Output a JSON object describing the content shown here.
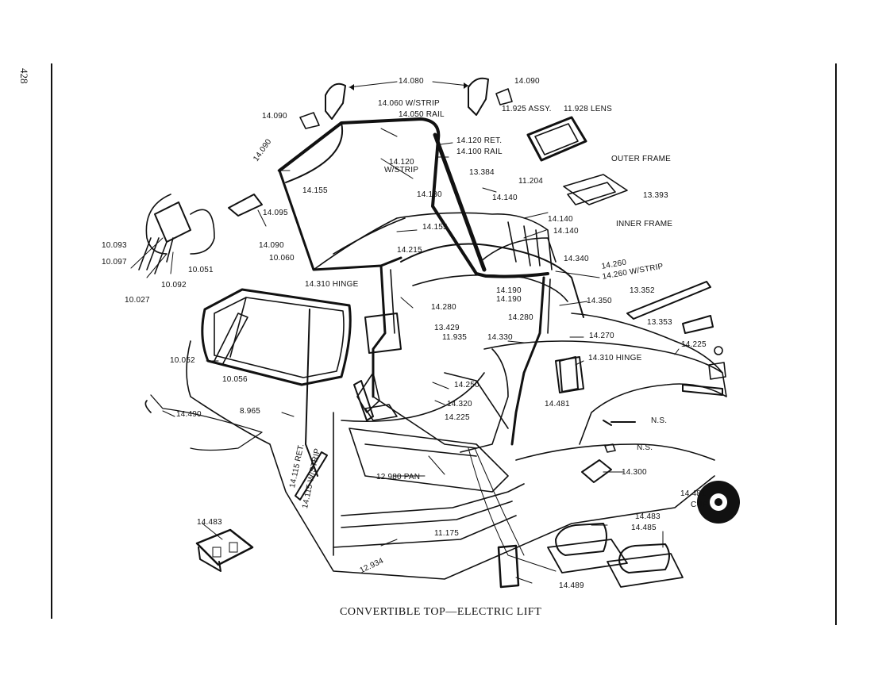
{
  "page_number": "428",
  "caption": "CONVERTIBLE TOP—ELECTRIC LIFT",
  "labels": {
    "l14080": "14.080",
    "l14090a": "14.090",
    "l14060": "14.060 W/STRIP",
    "l14050": "14.050 RAIL",
    "l14090b": "14.090",
    "l11925": "11.925 ASSY.",
    "l11928": "11.928 LENS",
    "l14120ret": "14.120 RET.",
    "l14100": "14.100 RAIL",
    "l14090c": "14.090",
    "l14120": "14.120",
    "l14120ws": "W/STRIP",
    "l13384": "13.384",
    "l14155a": "14.155",
    "l14130": "14.130",
    "l14140a": "14.140",
    "l11204": "11.204",
    "louter": "OUTER FRAME",
    "l13393": "13.393",
    "l14095": "14.095",
    "l14140b": "14.140",
    "l14140c": "14.140",
    "linner": "INNER FRAME",
    "l14155b": "14.155",
    "l10093": "10.093",
    "l10097": "10.097",
    "l14090d": "14.090",
    "l10060": "10.060",
    "l14215": "14.215",
    "l14340": "14.340",
    "l14260": "14.260",
    "l14260ws": "14.260 W/STRIP",
    "l10051": "10.051",
    "l10092": "10.092",
    "l10027": "10.027",
    "l14310a": "14.310 HINGE",
    "l14190a": "14.190",
    "l14190b": "14.190",
    "l13352": "13.352",
    "l14350": "14.350",
    "l14280a": "14.280",
    "l13429": "13.429",
    "l14280b": "14.280",
    "l13353": "13.353",
    "l11935": "11.935",
    "l14330": "14.330",
    "l14270": "14.270",
    "l14225a": "14.225",
    "l10052": "10.052",
    "l14310b": "14.310 HINGE",
    "l10056": "10.056",
    "l14250": "14.250",
    "l14320": "14.320",
    "l14225b": "14.225",
    "l14481a": "14.481",
    "l14490": "14.490",
    "l8965": "8.965",
    "lns1": "N.S.",
    "lns2": "N.S.",
    "l14115ret": "14.115 RET.",
    "l14115ws": "14.115 W/STRIP",
    "l14300": "14.300",
    "l12980": "12.980 PAN",
    "l14481b": "14.481",
    "lcup": "CUP",
    "l14483a": "14.483",
    "l11175": "11.175",
    "l14483b": "14.483",
    "l14485": "14.485",
    "l12934": "12.934",
    "l14489": "14.489"
  }
}
